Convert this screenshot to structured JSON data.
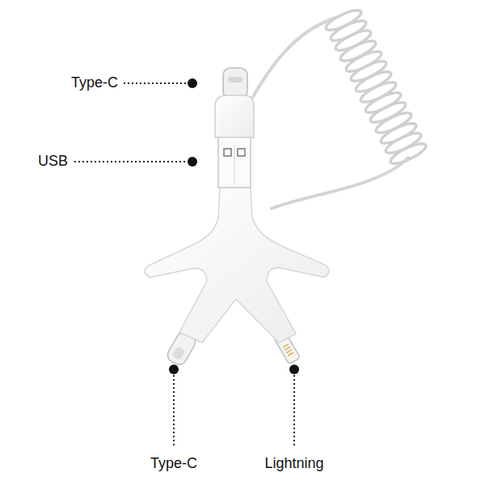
{
  "diagram": {
    "labels": [
      "Type-C",
      "USB",
      "Type-C",
      "Lightning"
    ]
  }
}
